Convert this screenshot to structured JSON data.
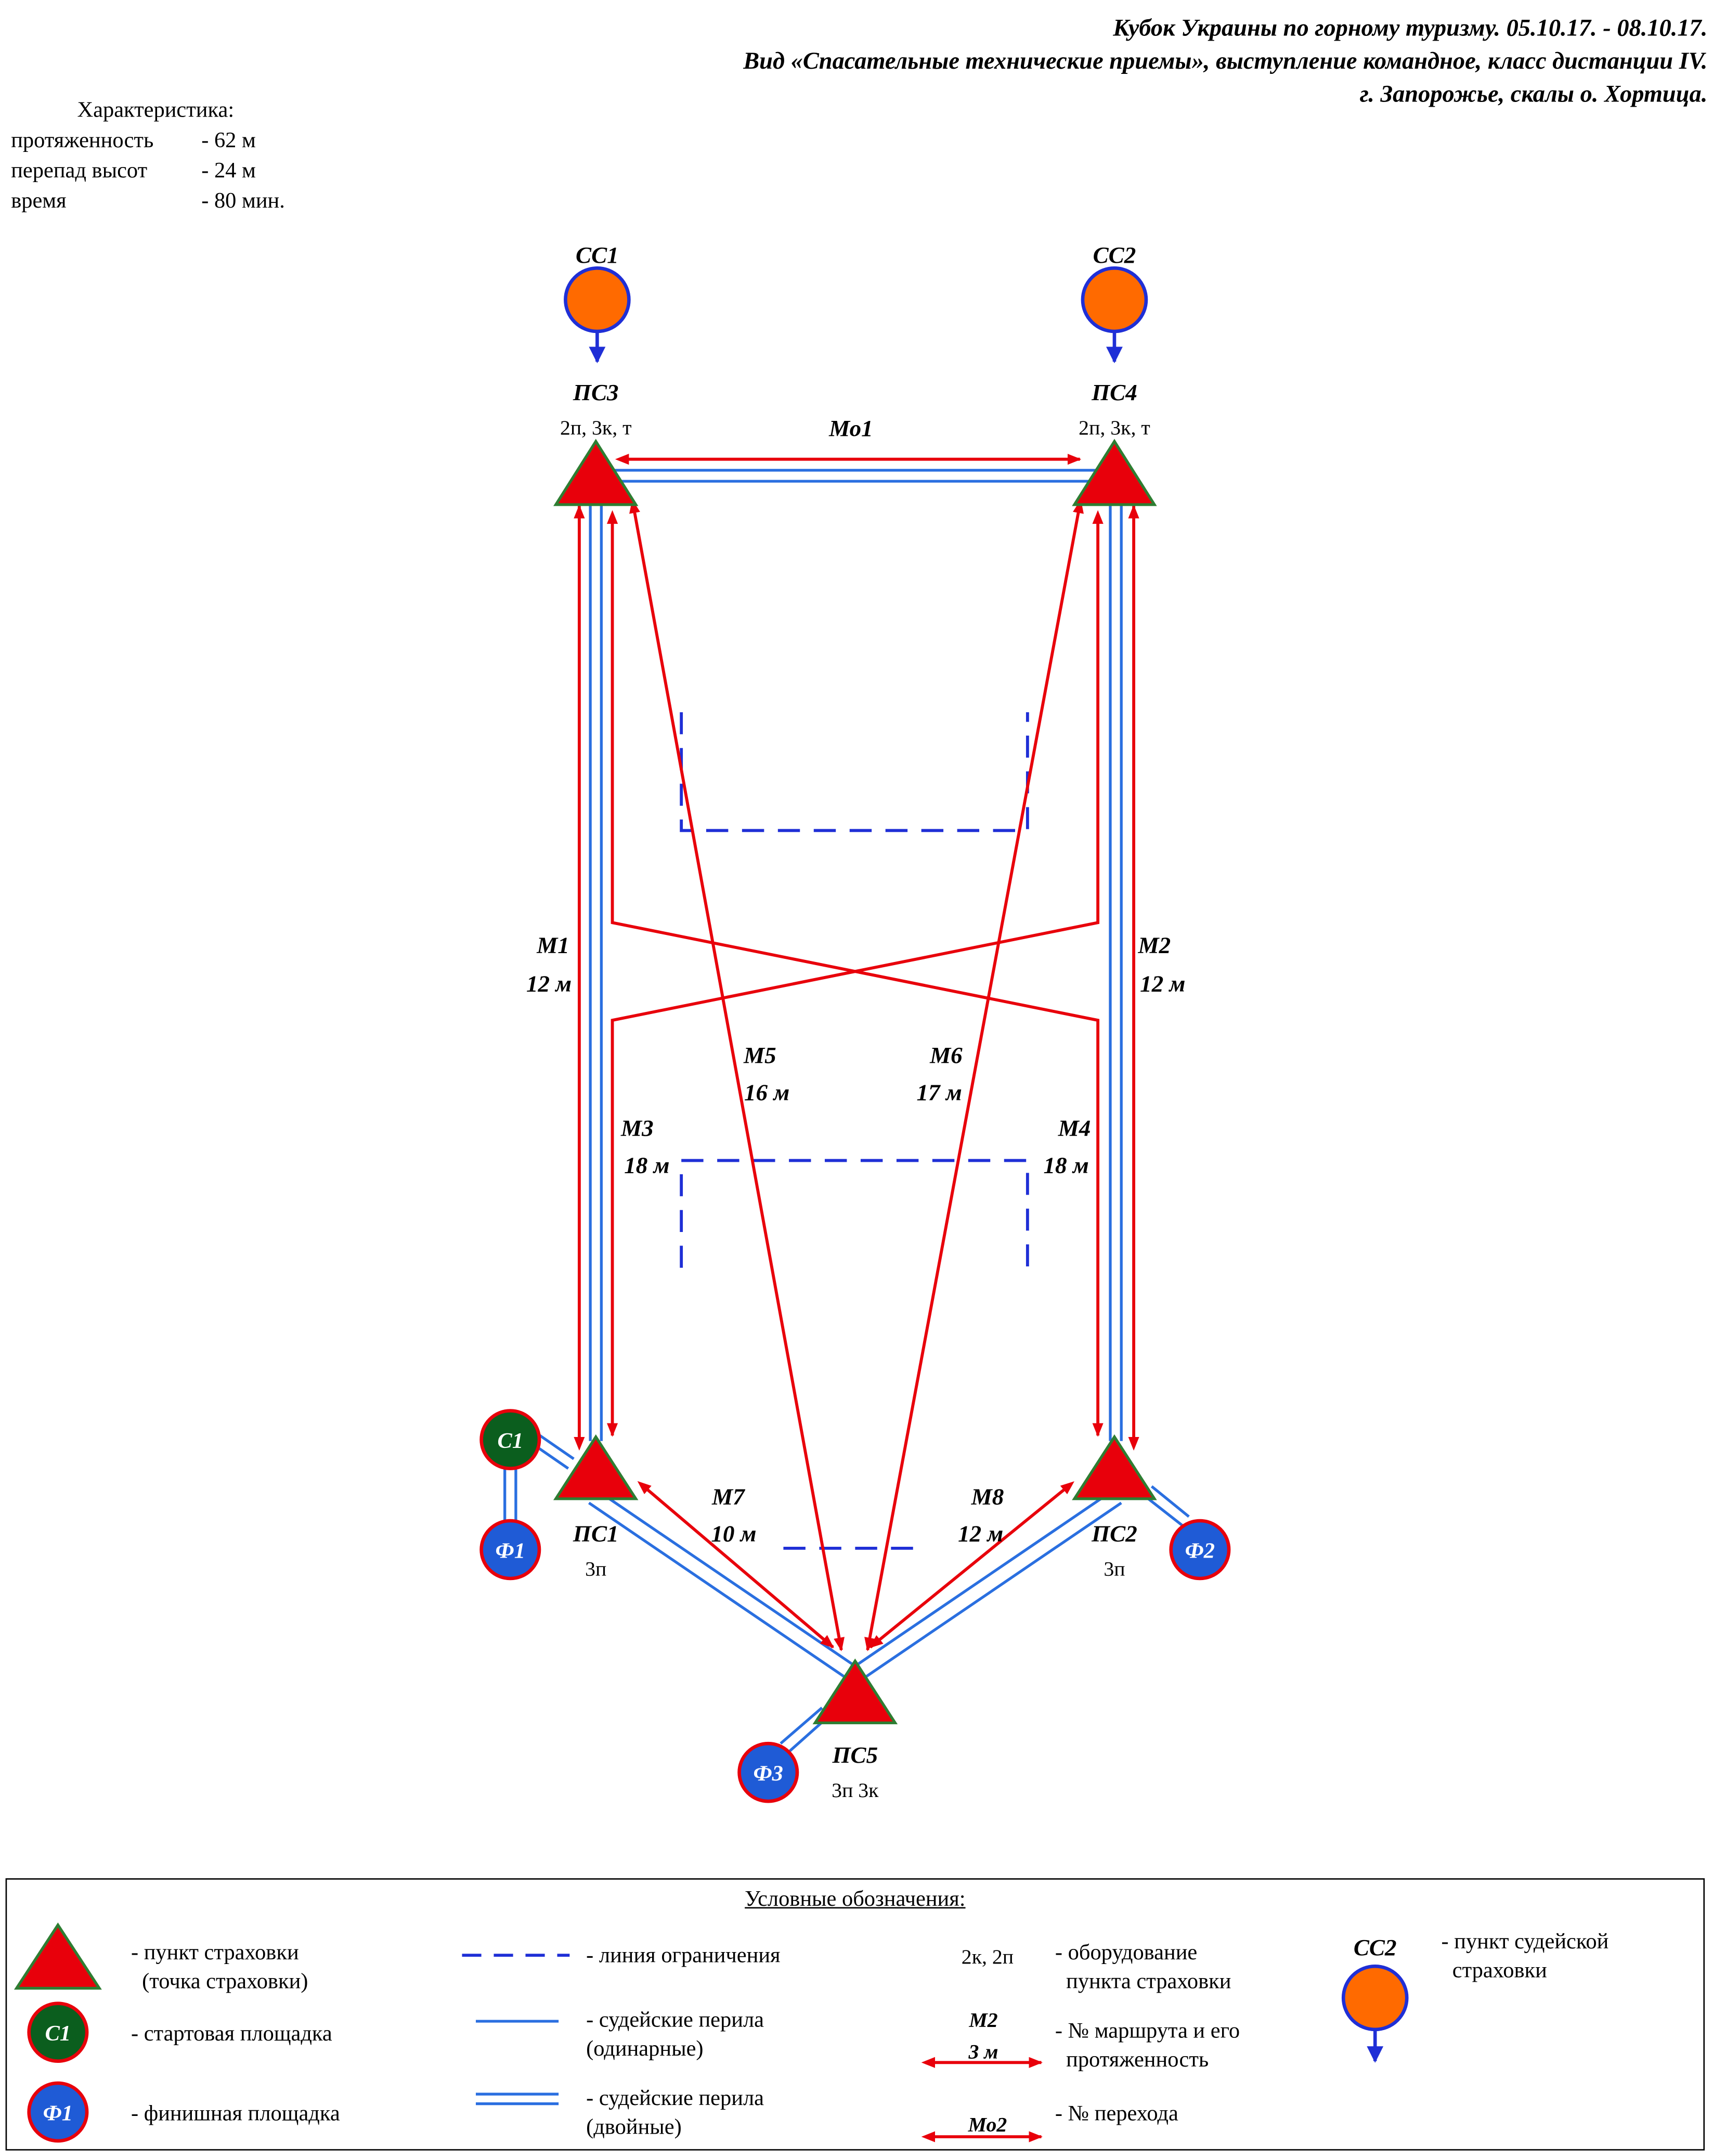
{
  "header": {
    "line1": "Кубок  Украины по горному туризму. 05.10.17. - 08.10.17.",
    "line2": "Вид «Спасательные технические приемы», выступление командное, класс дистанции IV.",
    "line3": "г. Запорожье, скалы о. Хортица."
  },
  "characteristics": {
    "title": "Характеристика:",
    "rows": [
      {
        "key": "протяженность",
        "value": "- 62 м"
      },
      {
        "key": "перепад высот",
        "value": "- 24 м"
      },
      {
        "key": "время",
        "value": "- 80 мин."
      }
    ]
  },
  "judge_points": [
    {
      "label": "СС1"
    },
    {
      "label": "СС2"
    }
  ],
  "belay_points": [
    {
      "label": "ПС3",
      "equipment": "2п, 3к, т"
    },
    {
      "label": "ПС4",
      "equipment": "2п, 3к, т"
    },
    {
      "label": "ПС1",
      "equipment": "3п"
    },
    {
      "label": "ПС2",
      "equipment": "3п"
    },
    {
      "label": "ПС5",
      "equipment": "3п 3к"
    }
  ],
  "areas": [
    {
      "label": "С1",
      "type": "start"
    },
    {
      "label": "Ф1",
      "type": "finish"
    },
    {
      "label": "Ф2",
      "type": "finish"
    },
    {
      "label": "Ф3",
      "type": "finish"
    }
  ],
  "routes": [
    {
      "label": "Мо1",
      "length": ""
    },
    {
      "label": "М1",
      "length": "12 м"
    },
    {
      "label": "М2",
      "length": "12 м"
    },
    {
      "label": "М3",
      "length": "18 м"
    },
    {
      "label": "М4",
      "length": "18 м"
    },
    {
      "label": "М5",
      "length": "16 м"
    },
    {
      "label": "М6",
      "length": "17 м"
    },
    {
      "label": "М7",
      "length": "10 м"
    },
    {
      "label": "М8",
      "length": "12 м"
    }
  ],
  "colors": {
    "red": "#e8000b",
    "blue": "#1f5bd6",
    "rope": "#2a6fe0",
    "orange": "#ff6a00",
    "green_fill": "#0b5e1e",
    "triangle_border": "#2e7d32"
  },
  "legend": {
    "title": "Условные обозначения:",
    "belay_point": "- пункт страховки\n  (точка страховки)",
    "start_area": "- стартовая площадка",
    "start_symbol": "С1",
    "finish_area": "- финишная площадка",
    "finish_symbol": "Ф1",
    "limit_line": "- линия ограничения",
    "rope_single": "- судейские перила\n(одинарные)",
    "rope_double": "- судейские перила\n(двойные)",
    "equipment_example": "2к, 2п",
    "equipment_text": "- оборудование\n  пункта страховки",
    "route_example_label": "М2",
    "route_example_length": "3 м",
    "route_text": "- № маршрута и его\n  протяженность",
    "transition_example": "Мо2",
    "transition_text": "- № перехода",
    "judge_example": "СС2",
    "judge_text": "- пункт судейской\n  страховки"
  }
}
